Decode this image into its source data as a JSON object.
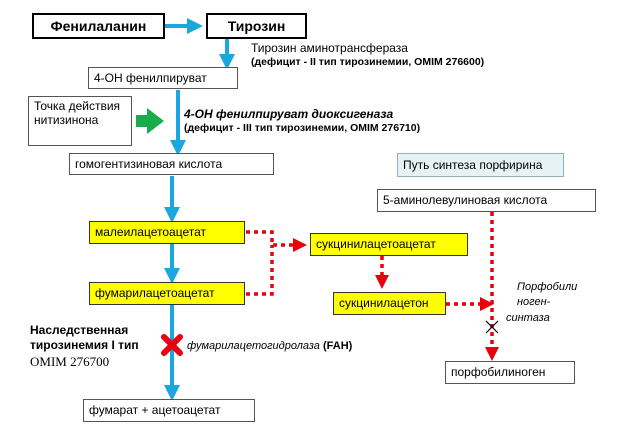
{
  "nodes": {
    "phenylalanine": "Фенилаланин",
    "tyrosine": "Тирозин",
    "hydroxyphenylpyruvate": "4-ОН фенилпируват",
    "nitisinone_site": "Точка действия нитизинона",
    "homogentisic_acid": "гомогентизиновая кислота",
    "porphyrin_pathway": "Путь синтеза порфирина",
    "aminolevulinic_acid": "5-аминолевулиновая кислота",
    "maleylacetoacetate": "малеилацетоацетат",
    "succinylacetoacetate": "сукцинилацетоацетат",
    "fumarylacetoacetate": "фумарилацетоацетат",
    "succinylacetone": "сукцинилацетон",
    "porphobilinogen": "порфобилиноген",
    "fumarate_acetoacetate": "фумарат + ацетоацетат"
  },
  "labels": {
    "tat_enzyme": "Тирозин аминотрансфераза",
    "tat_deficit": "(дефицит - II тип тирозинемии, OMIM 276600)",
    "hppd_enzyme": "4-ОН фенилпируват диоксигеназа",
    "hppd_deficit": "(дефицит - III тип тирозинемии, OMIM 276710)",
    "hereditary_line1": "Наследственная",
    "hereditary_line2": "тирозинемия I тип",
    "omim_type1": "OMIM 276700",
    "fah_enzyme": "фумарилацетогидролаза",
    "fah_abbr": "(FAH)",
    "pbg_synthase_1": "Порфобили",
    "pbg_synthase_2": "ноген-",
    "pbg_synthase_3": "синтаза"
  },
  "colors": {
    "flow_arrow": "#1aa7e0",
    "inhibit_arrow": "#1aab4a",
    "toxic_path": "#e8000b",
    "highlight_fill": "#ffff00"
  }
}
